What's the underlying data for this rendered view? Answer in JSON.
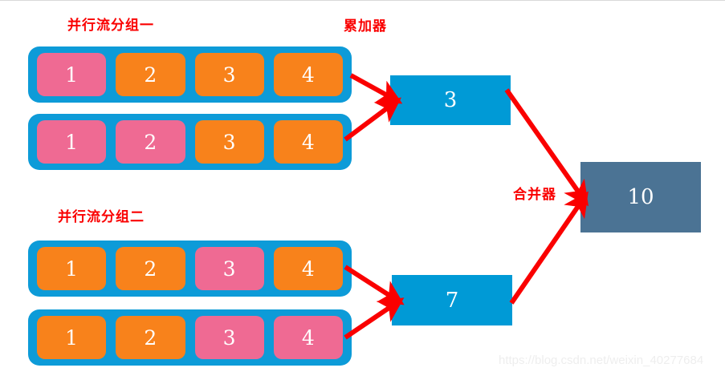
{
  "diagram": {
    "title_semantics": "java-parallel-stream-accumulator-combiner",
    "colors": {
      "bar_blue": "#0d9bd8",
      "cell_pink": "#ef6a93",
      "cell_orange": "#f8821b",
      "accumulator_blue": "#009ad6",
      "combiner_slate": "#4b7394",
      "arrow_red": "#fa0000",
      "label_red": "#fa0000",
      "watermark_grey": "#eeeeee",
      "background": "#ffffff"
    },
    "labels": {
      "group_one": "并行流分组一",
      "group_two": "并行流分组二",
      "accumulator": "累加器",
      "combiner": "合并器"
    },
    "groups": [
      {
        "name": "group-one",
        "label": "并行流分组一",
        "streams": [
          {
            "cells": [
              {
                "value": "1",
                "color": "pink"
              },
              {
                "value": "2",
                "color": "orange"
              },
              {
                "value": "3",
                "color": "orange"
              },
              {
                "value": "4",
                "color": "orange"
              }
            ]
          },
          {
            "cells": [
              {
                "value": "1",
                "color": "pink"
              },
              {
                "value": "2",
                "color": "pink"
              },
              {
                "value": "3",
                "color": "orange"
              },
              {
                "value": "4",
                "color": "orange"
              }
            ]
          }
        ],
        "accumulator_value": "3"
      },
      {
        "name": "group-two",
        "label": "并行流分组二",
        "streams": [
          {
            "cells": [
              {
                "value": "1",
                "color": "orange"
              },
              {
                "value": "2",
                "color": "orange"
              },
              {
                "value": "3",
                "color": "pink"
              },
              {
                "value": "4",
                "color": "orange"
              }
            ]
          },
          {
            "cells": [
              {
                "value": "1",
                "color": "orange"
              },
              {
                "value": "2",
                "color": "orange"
              },
              {
                "value": "3",
                "color": "pink"
              },
              {
                "value": "4",
                "color": "pink"
              }
            ]
          }
        ],
        "accumulator_value": "7"
      }
    ],
    "combiner_value": "10",
    "watermark": "https://blog.csdn.net/weixin_40277684"
  }
}
